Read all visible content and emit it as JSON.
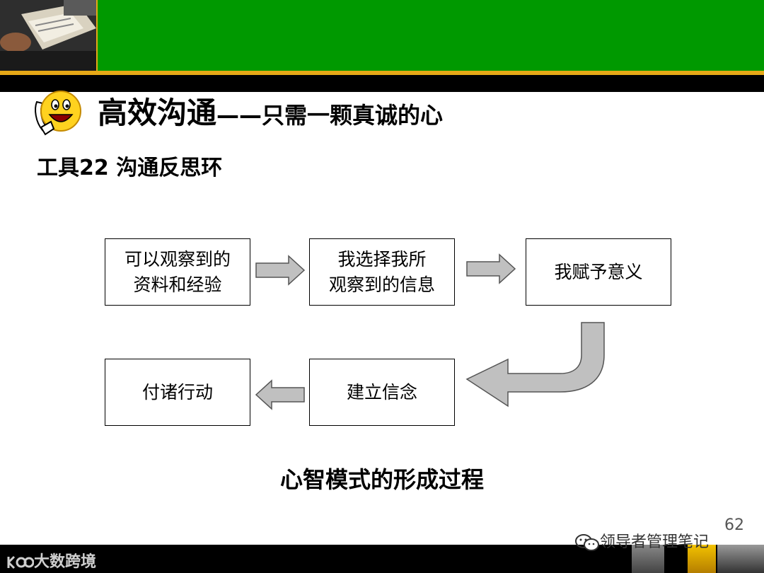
{
  "header": {
    "title_main": "高效沟通",
    "title_dash": "——",
    "title_sub": "只需一颗真诚的心"
  },
  "subtitle": "工具22  沟通反思环",
  "diagram": {
    "step1": [
      "可以观察到的",
      "资料和经验"
    ],
    "step2": [
      "我选择我所",
      "观察到的信息"
    ],
    "step3": "我赋予意义",
    "step4": "建立信念",
    "step5": "付诸行动"
  },
  "caption": "心智模式的形成过程",
  "page_number": "62",
  "watermark": "领导者管理笔记",
  "footer_logo": "大数跨境",
  "colors": {
    "header_green": "#009900",
    "header_gold": "#e6a817",
    "arrow_fill": "#c0c0c0"
  },
  "icons": [
    "smiley-phone-icon",
    "wechat-icon",
    "logo-icon"
  ]
}
